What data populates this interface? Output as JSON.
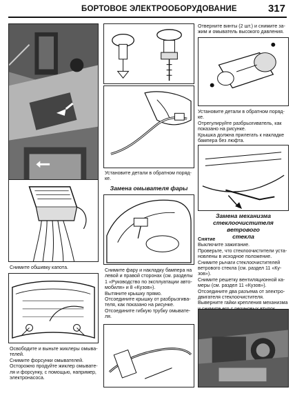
{
  "header": {
    "title": "БОРТОВОЕ ЭЛЕКТРООБОРУДОВАНИЕ",
    "page_number": "317"
  },
  "col1": {
    "caption_hood": "Снимите обшивку капота.",
    "text_bottom": [
      "Освободите и выньте жиклеры омыва-",
      "телей.",
      "Снимите форсунки омывателей.",
      "Осторожно продуйте жиклер омывате-",
      "ля и форсунку, с помощью, например,",
      "электронасоса."
    ]
  },
  "col2": {
    "caption_install": [
      "Установите детали в обратном поряд-",
      "ке."
    ],
    "section_headlight": "Замена омывателя фары",
    "text_headlight": [
      "Снимите фару и накладку бампера на",
      "левой и правой сторонах (см. разделы",
      "1 «Руководство по эксплуатации авто-",
      "мобиля» и 8 «Кузов»).",
      "Вытяните крышку прямо.",
      "Отсоедините крышку от разбрызгива-",
      "теля, как показано на рисунке.",
      "Отсоедините гибкую трубку омывате-",
      "ля."
    ]
  },
  "col3": {
    "text_top": [
      "Отверните винты (2 шт.) и снимите за-",
      "жим и омыватель высокого давления."
    ],
    "text_mid": [
      "Установите детали в обратном поряд-",
      "ке.",
      "Отрегулируйте разбрызгиватель, как",
      "показано на рисунке.",
      "Крышка должна прилегать к накладке",
      "бампера без люфта."
    ],
    "section_wiper": [
      "Замена механизма",
      "стеклоочистителя ветрового",
      "стекла"
    ],
    "removal_head": "Снятие",
    "text_wiper": [
      "Выключите зажигание.",
      "Проверьте, что стеклоочистители уста-",
      "новлены в исходное положение.",
      "Снимите рычаги стеклоочистителей",
      "ветрового стекла (см. раздел 11 «Ку-",
      "зов»).",
      "Снимите решетку вентиляционной ка-",
      "меры (см. раздел 11 «Кузов»).",
      "Отсоедините два разъема от электро-",
      "двигателя стеклоочистителя.",
      "Выверните гайки крепления механизма",
      "и снимите его с резиновых втулок."
    ]
  }
}
